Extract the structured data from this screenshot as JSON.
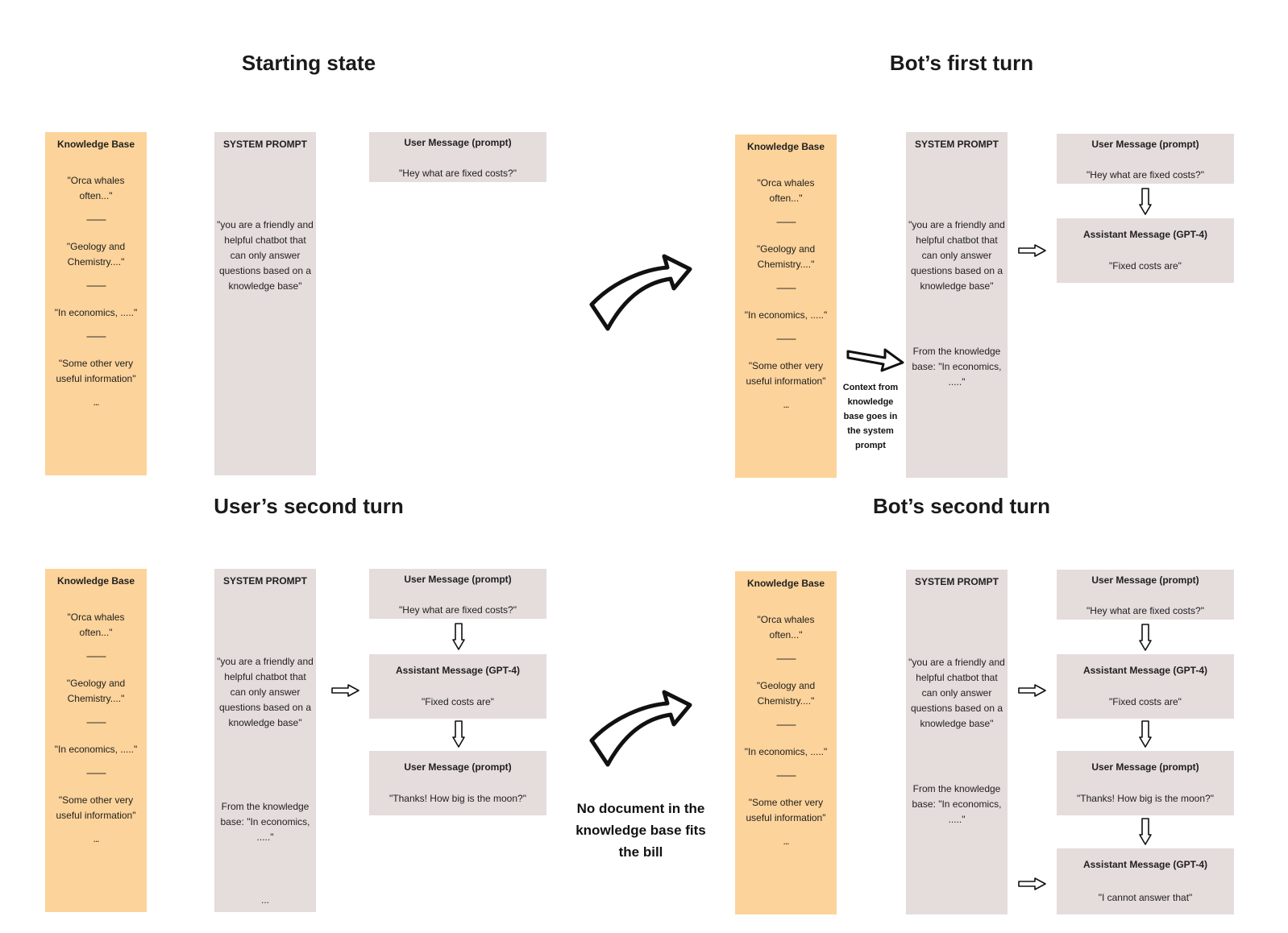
{
  "titles": {
    "starting": "Starting state",
    "bot_first": "Bot’s first turn",
    "user_second": "User’s second turn",
    "bot_second": "Bot’s second turn"
  },
  "knowledge_base": {
    "heading": "Knowledge Base",
    "item1": "\"Orca whales often...\"",
    "item2": "\"Geology and Chemistry....\"",
    "item3": "\"In economics, .....\"",
    "item4": "\"Some other very useful information\"",
    "separator": "--------",
    "ellipsis": "..."
  },
  "system_prompt": {
    "heading": "SYSTEM PROMPT",
    "body": "\"you are a friendly and helpful chatbot that can only answer questions based on a knowledge base\"",
    "context": "From the knowledge base: \"In economics, .....\"",
    "ellipsis": "..."
  },
  "messages": {
    "user_heading": "User Message (prompt)",
    "assistant_heading": "Assistant Message (GPT-4)",
    "user_text_1": "\"Hey what are fixed costs?\"",
    "assistant_text_1": "\"Fixed costs are\"",
    "user_text_2": "\"Thanks! How big is the moon?\"",
    "assistant_text_2": "\"I cannot answer that\""
  },
  "notes": {
    "context_goes": "Context from knowledge base goes in the system prompt",
    "no_document": "No document in the knowledge base fits the bill"
  },
  "colors": {
    "knowledge_base": "#fcd39a",
    "panel": "#e5dcdc"
  }
}
